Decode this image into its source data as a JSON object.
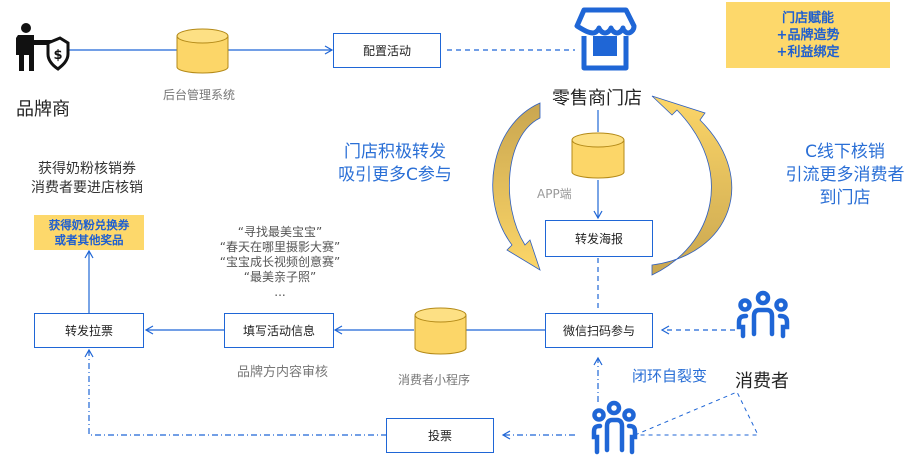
{
  "actors": {
    "brand": {
      "label": "品牌商",
      "icon": "businessman-shield-icon"
    },
    "store": {
      "label": "零售商门店",
      "icon": "storefront-icon"
    },
    "consumer": {
      "label": "消费者",
      "icon": "people-group-icon"
    },
    "consumer_bottom": {
      "icon": "people-group-icon"
    }
  },
  "databases": {
    "backend": {
      "label": "后台管理系统"
    },
    "app": {
      "label": "APP端"
    },
    "miniprogram": {
      "label": "消费者小程序"
    }
  },
  "process_boxes": {
    "configure": "配置活动",
    "share_poster": "转发海报",
    "wechat_scan": "微信扫码参与",
    "fill_info": "填写活动信息",
    "forward_vote": "转发拉票",
    "vote": "投票"
  },
  "notes": {
    "store_empower": [
      "门店赋能",
      "+品牌造势",
      "+利益绑定"
    ],
    "reward": [
      "获得奶粉兑换券",
      "或者其他奖品"
    ],
    "coupon": [
      "获得奶粉核销券",
      "消费者要进店核销"
    ],
    "store_forward": [
      "门店积极转发",
      "吸引更多C参与"
    ],
    "offline_redeem": [
      "C线下核销",
      "引流更多消费者",
      "到门店"
    ],
    "closed_loop": "闭环自裂变",
    "brand_review": "品牌方内容审核",
    "activity_examples": [
      "“寻找最美宝宝”",
      "“春天在哪里摄影大赛”",
      "“宝宝成长视频创意赛”",
      "“最美亲子照”",
      "..."
    ]
  },
  "colors": {
    "accent_blue": "#1f66d6",
    "db_yellow": "#fcd668",
    "note_yellow": "#fdd86b",
    "arrow_gold": "#d4b056"
  }
}
